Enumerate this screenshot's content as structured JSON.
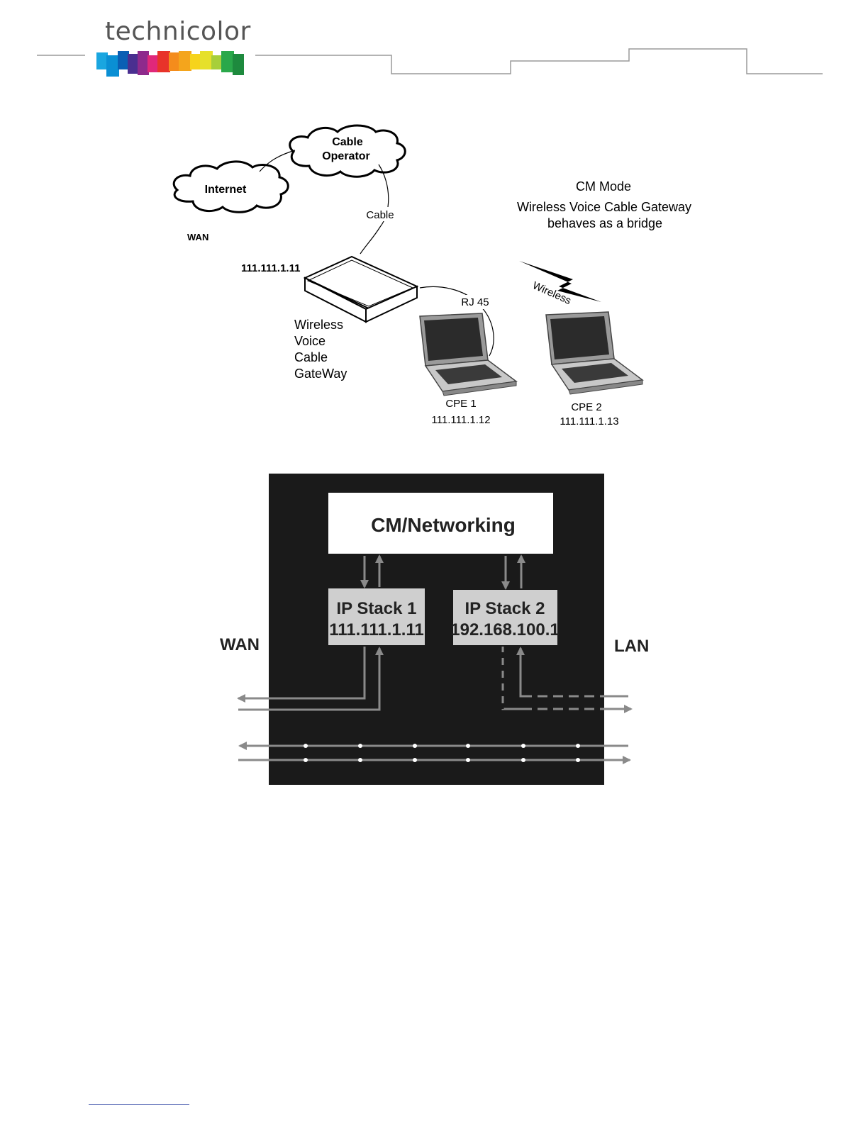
{
  "header": {
    "brand_name": "technicolor",
    "brand_colors": [
      "#1aa6e0",
      "#0a5fb4",
      "#4a2f90",
      "#8e2a8c",
      "#e0287a",
      "#e8332a",
      "#f4a51c",
      "#f6d31c",
      "#a7cf3a",
      "#2aa84a"
    ]
  },
  "network_diagram": {
    "cloud_internet": "Internet",
    "cloud_cable_line1": "Cable",
    "cloud_cable_line2": "Operator",
    "cable_label": "Cable",
    "wan_label": "WAN",
    "gateway_ip": "111.111.1.11",
    "gateway_label": [
      "Wireless",
      "Voice",
      "Cable",
      "GateWay"
    ],
    "rj45_label": "RJ 45",
    "wireless_label": "Wireless",
    "mode_title": "CM Mode",
    "mode_line1": "Wireless Voice Cable Gateway",
    "mode_line2": "behaves as a bridge",
    "cpe1_name": "CPE 1",
    "cpe1_ip": "111.111.1.12",
    "cpe2_name": "CPE 2",
    "cpe2_ip": "111.111.1.13"
  },
  "stack_diagram": {
    "networking_label": "CM/Networking",
    "stack1_name": "IP Stack 1",
    "stack1_ip": "111.111.1.11",
    "stack2_name": "IP Stack 2",
    "stack2_ip": "192.168.100.1",
    "wan_label": "WAN",
    "lan_label": "LAN"
  }
}
